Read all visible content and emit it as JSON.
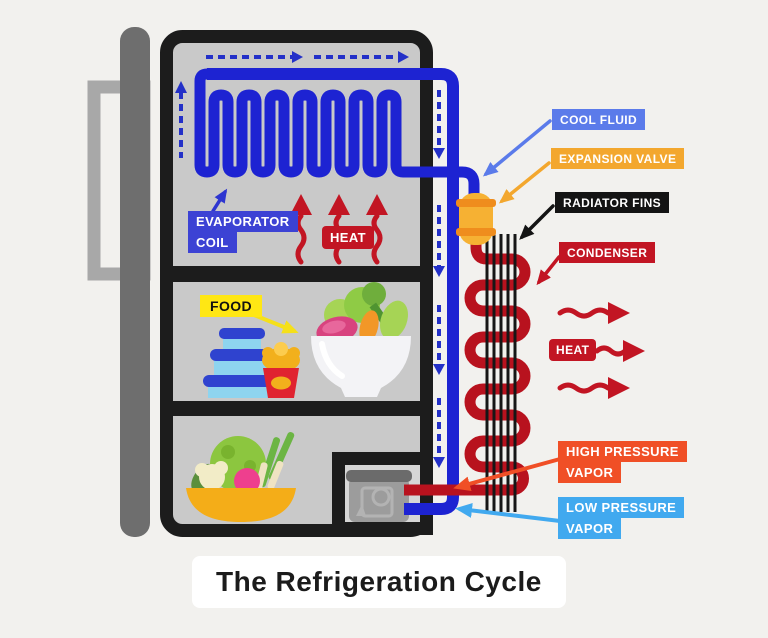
{
  "title": "The Refrigeration Cycle",
  "labels": {
    "cool_fluid": "COOL FLUID",
    "expansion_valve": "EXPANSION VALVE",
    "radiator_fins": "RADIATOR FINS",
    "condenser": "CONDENSER",
    "heat_right": "HEAT",
    "heat_top": "HEAT",
    "food": "FOOD",
    "high_pressure_line1": "HIGH PRESSURE",
    "high_pressure_line2": "VAPOR",
    "low_pressure_line1": "LOW PRESSURE",
    "low_pressure_line2": "VAPOR",
    "evaporator_line1": "EVAPORATOR",
    "evaporator_line2": "COIL"
  },
  "colors": {
    "paper": "#f2f1ee",
    "wall": "#1c1c1c",
    "interior": "#c9c9c9",
    "pipe_blue": "#1d23d2",
    "dash_blue": "#2330c8",
    "tube_red": "#b8121e",
    "heat_red": "#c21523",
    "label_evaporator": "#3c42d4",
    "label_cool": "#5b7bea",
    "label_valve": "#f3a72e",
    "label_fins": "#141414",
    "label_condenser": "#c21523",
    "label_high": "#f04f26",
    "label_low": "#41a9ef",
    "label_food": "#ffe714",
    "valve_amber": "#f6b133",
    "valve_band": "#ef8d1d",
    "door_gray": "#6e6e6e",
    "handle_gray": "#a8a8a8"
  }
}
